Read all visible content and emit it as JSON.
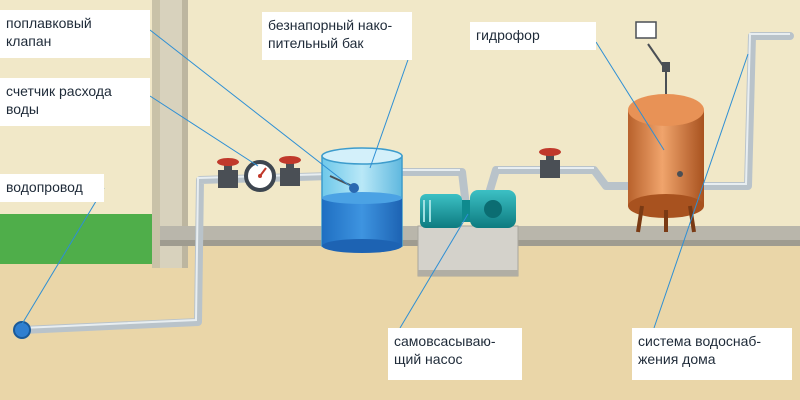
{
  "labels": {
    "float_valve": "поплавковый\nклапан",
    "flow_meter": "счетчик расхода\nводы",
    "water_main": "водопровод",
    "tank": "безнапорный нако-\nпительный бак",
    "hydrophore": "гидрофор",
    "pump": "самовсасываю-\nщий насос",
    "house_supply": "система водоснаб-\nжения дома"
  },
  "colors": {
    "wall": "#f1e8c8",
    "ground": "#ead6a8",
    "grass": "#4fae4a",
    "pipe": "#b9c3ca",
    "water": "#2f7fd0",
    "tank_body": "#8fd3ee",
    "hydrophore": "#d9844a",
    "pump": "#1aa0a4",
    "valve": "#c0392b",
    "leader_line": "#2e8fd4"
  }
}
